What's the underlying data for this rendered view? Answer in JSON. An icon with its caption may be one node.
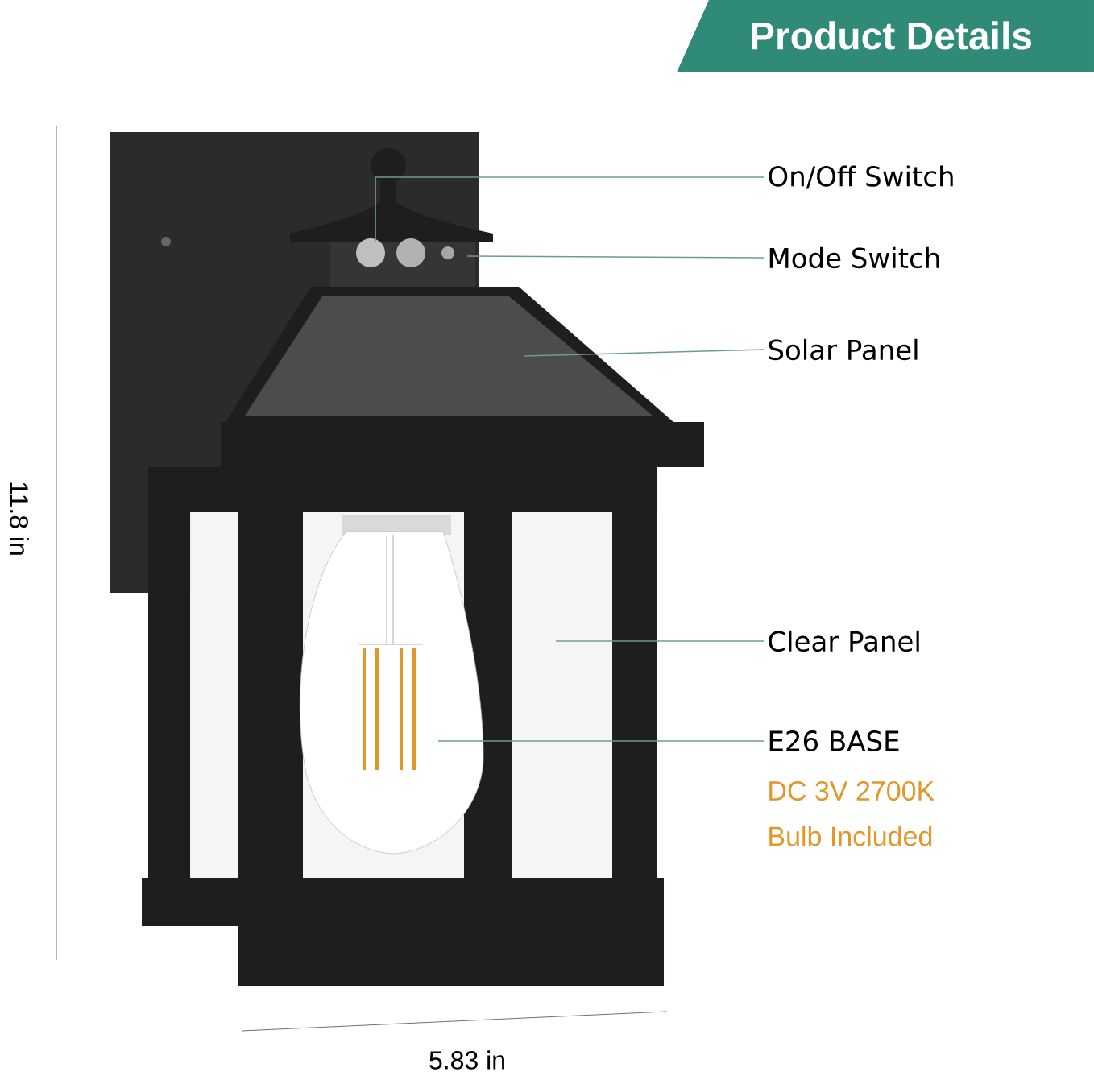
{
  "diagram": {
    "title": "Product Details",
    "nodes": [
      {
        "text": [
          "On/Off Switch"
        ]
      },
      {
        "text": [
          "Mode Switch"
        ]
      },
      {
        "text": [
          "Solar Panel"
        ]
      },
      {
        "text": [
          "Clear Panel"
        ]
      },
      {
        "text": [
          "E26 BASE"
        ],
        "beside": [
          "DC 3V 2700K",
          "Bulb Included"
        ]
      }
    ],
    "edges": [
      {
        "from": 0,
        "to": null,
        "arrow": "none"
      },
      {
        "from": 1,
        "to": null,
        "arrow": "none"
      },
      {
        "from": 2,
        "to": null,
        "arrow": "none"
      },
      {
        "from": 3,
        "to": null,
        "arrow": "none"
      },
      {
        "from": 4,
        "to": null,
        "arrow": "none"
      }
    ],
    "labels": [
      "11.8 in",
      "5.83 in"
    ]
  }
}
